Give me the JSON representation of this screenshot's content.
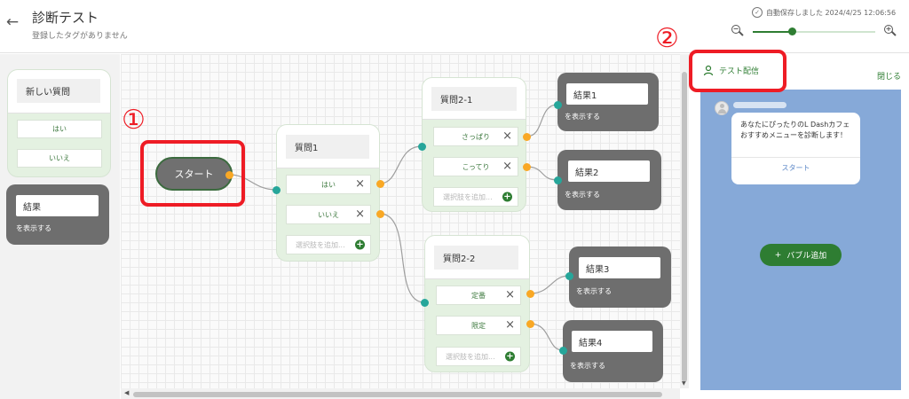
{
  "header": {
    "back_icon": "arrow-left-icon",
    "title": "診断テスト",
    "subtitle": "登録したタグがありません",
    "autosave_text": "自動保存しました 2024/4/25 12:06:56",
    "zoom_out_icon": "zoom-out-icon",
    "zoom_in_icon": "zoom-in-icon",
    "zoom_level_fraction": 0.32
  },
  "palette": {
    "question_card": {
      "title": "新しい質問",
      "options": [
        "はい",
        "いいえ"
      ]
    },
    "result_card": {
      "title": "結果",
      "subtitle": "を表示する"
    }
  },
  "canvas": {
    "start_label": "スタート",
    "questions": [
      {
        "title": "質問1",
        "options": [
          "はい",
          "いいえ"
        ],
        "add_label": "選択肢を追加..."
      },
      {
        "title": "質問2-1",
        "options": [
          "さっぱり",
          "こってり"
        ],
        "add_label": "選択肢を追加..."
      },
      {
        "title": "質問2-2",
        "options": [
          "定番",
          "限定"
        ],
        "add_label": "選択肢を追加..."
      }
    ],
    "results": [
      {
        "title": "結果1",
        "subtitle": "を表示する"
      },
      {
        "title": "結果2",
        "subtitle": "を表示する"
      },
      {
        "title": "結果3",
        "subtitle": "を表示する"
      },
      {
        "title": "結果4",
        "subtitle": "を表示する"
      }
    ]
  },
  "test_panel": {
    "test_delivery_label": "テスト配信",
    "test_icon": "person-share-icon",
    "close_label": "閉じる",
    "chat_message": "あなたにぴったりのL Dashカフェおすすめメニューを診断します！",
    "chat_button": "スタート",
    "add_bubble_label": "バブル追加"
  },
  "annotations": {
    "callout_1": "①",
    "callout_2": "②",
    "color": "#ee1c25"
  },
  "colors": {
    "accent": "#2e7d32",
    "port_in": "#26a69a",
    "port_out": "#f9a825",
    "chat_bg": "#86a9d8",
    "result_card": "#6e6e6e"
  }
}
